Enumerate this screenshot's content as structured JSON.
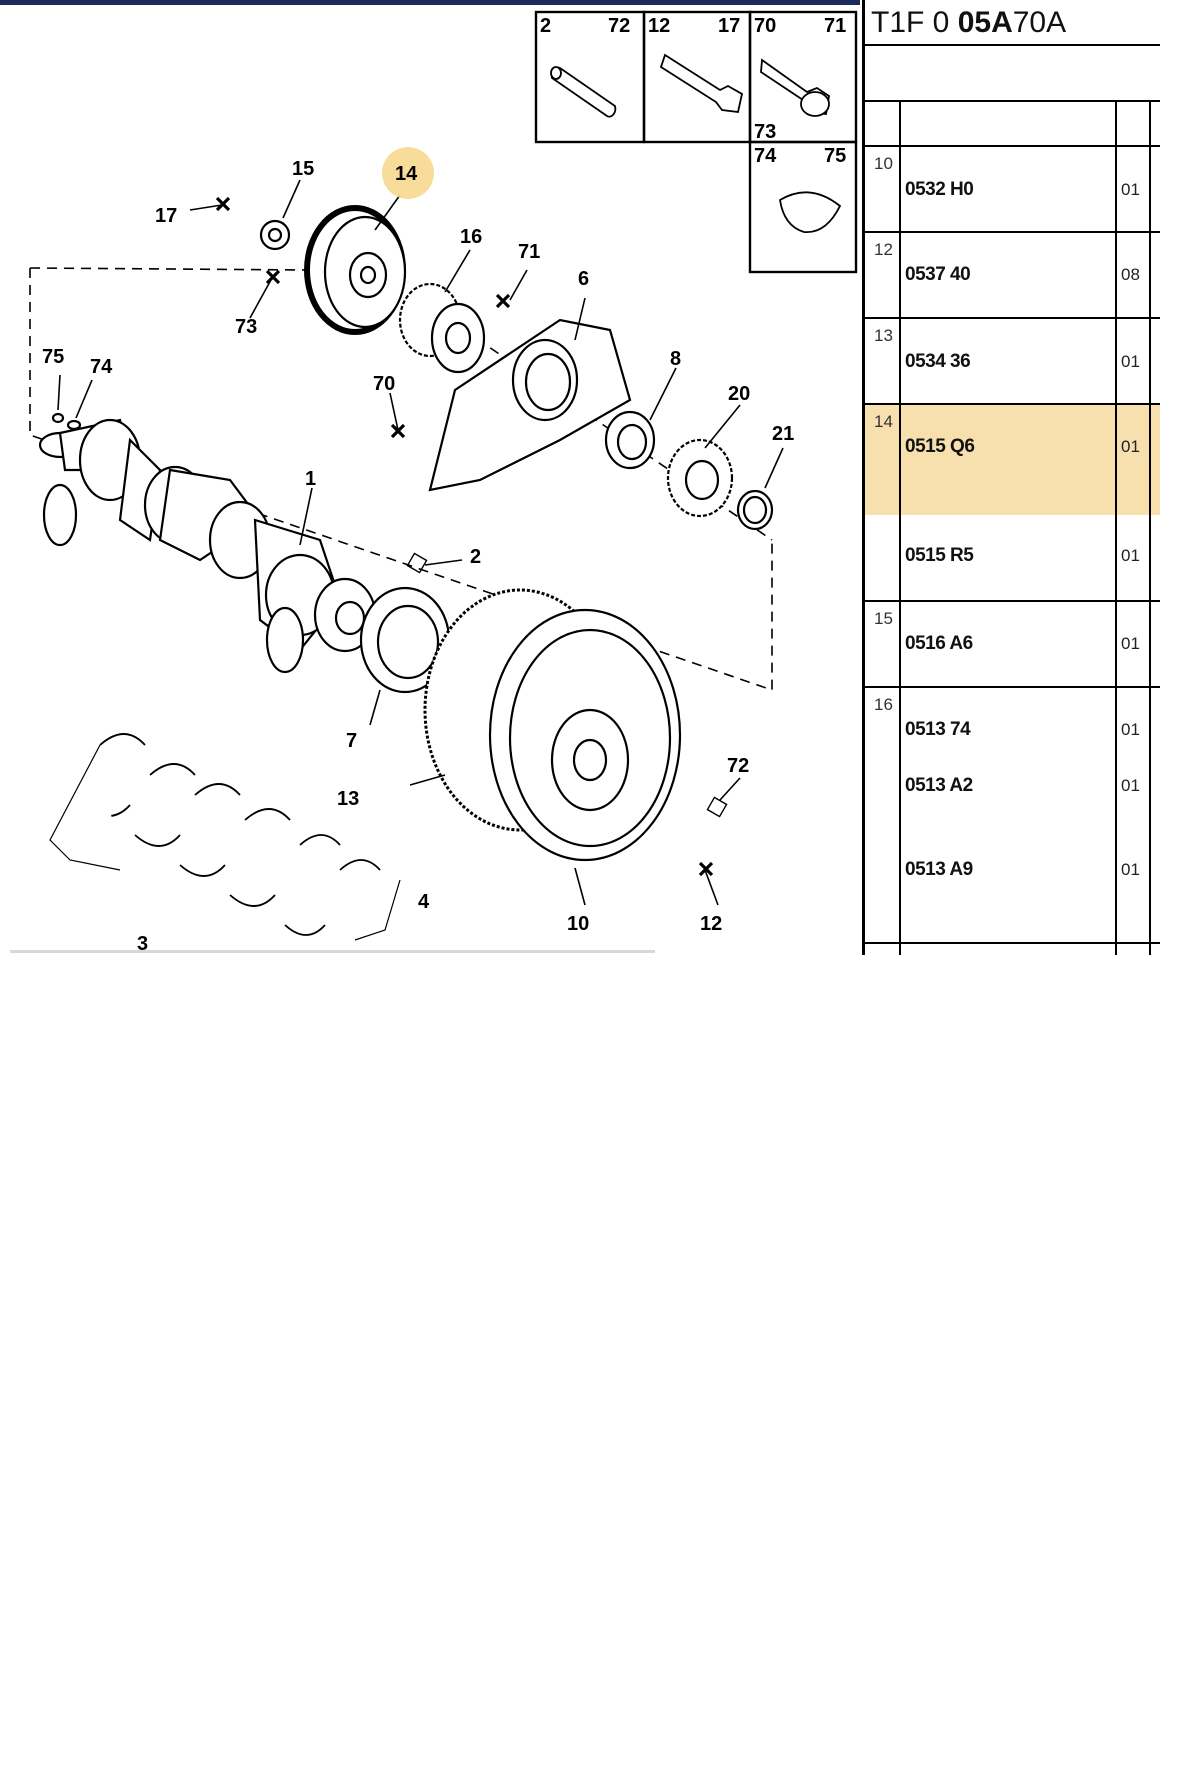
{
  "panel": {
    "code_prefix": "T1F 0",
    "code_bold": "05A",
    "code_suffix": "70A",
    "rows": [
      {
        "num": "10",
        "ref": "0532 H0",
        "qty": "01"
      },
      {
        "num": "12",
        "ref": "0537 40",
        "qty": "08"
      },
      {
        "num": "13",
        "ref": "0534 36",
        "qty": "01"
      },
      {
        "num": "14",
        "ref": "0515 Q6",
        "qty": "01"
      },
      {
        "num": "",
        "ref": "0515 R5",
        "qty": "01"
      },
      {
        "num": "15",
        "ref": "0516 A6",
        "qty": "01"
      },
      {
        "num": "16",
        "ref": "0513 74",
        "qty": "01"
      },
      {
        "num": "",
        "ref": "0513 A2",
        "qty": "01"
      },
      {
        "num": "",
        "ref": "0513 A9",
        "qty": "01"
      }
    ]
  },
  "callouts": {
    "c1": "1",
    "c2": "2",
    "c3": "3",
    "c4": "4",
    "c6": "6",
    "c7": "7",
    "c8": "8",
    "c10": "10",
    "c12": "12",
    "c13": "13",
    "c14": "14",
    "c15": "15",
    "c16": "16",
    "c17": "17",
    "c20": "20",
    "c21": "21",
    "c70": "70",
    "c71": "71",
    "c72": "72",
    "c73": "73",
    "c74": "74",
    "c75": "75"
  },
  "inset": {
    "box1": {
      "left": "2",
      "right": "72"
    },
    "box2": {
      "left": "12",
      "right": "17"
    },
    "box3": {
      "left": "70",
      "right": "71",
      "sub": "73"
    },
    "box4": {
      "left": "74",
      "right": "75"
    }
  },
  "colors": {
    "highlight": "#f8dfae",
    "callout_highlight": "#f7d98f",
    "topbar": "#1c2a5c"
  }
}
